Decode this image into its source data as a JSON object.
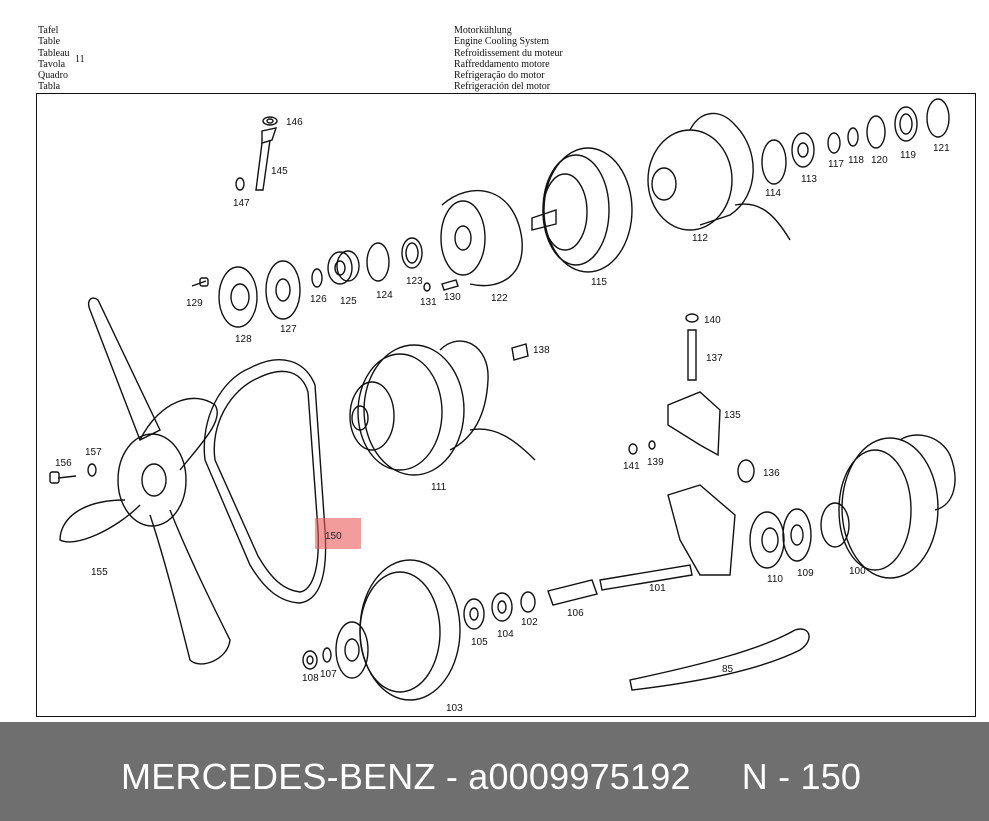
{
  "header": {
    "left_lines": [
      "Tafel",
      "Table",
      "Tableau",
      "Tavola",
      "Quadro",
      "Tabla"
    ],
    "table_number": "11",
    "right_lines": [
      "Motorkühlung",
      "Engine Cooling System",
      "Refroidissement du moteur",
      "Raffreddamento motore",
      "Refrigeração do motor",
      "Refrigeración del motor"
    ]
  },
  "diagram": {
    "part_labels": [
      "146",
      "145",
      "147",
      "129",
      "128",
      "127",
      "126",
      "125",
      "124",
      "123",
      "131",
      "130",
      "122",
      "115",
      "114",
      "113",
      "117",
      "118",
      "120",
      "119",
      "121",
      "112",
      "140",
      "137",
      "138",
      "111",
      "135",
      "141",
      "139",
      "136",
      "156",
      "157",
      "155",
      "101",
      "110",
      "109",
      "100",
      "106",
      "102",
      "104",
      "105",
      "103",
      "108",
      "107",
      "85"
    ],
    "highlighted_part": "150",
    "highlight_color": "#eb5a5a"
  },
  "footer": {
    "brand": "MERCEDES-BENZ",
    "separator": " - ",
    "part_number": "a0009975192",
    "position_label": "N - 150",
    "background_color": "#6f6f6f"
  }
}
